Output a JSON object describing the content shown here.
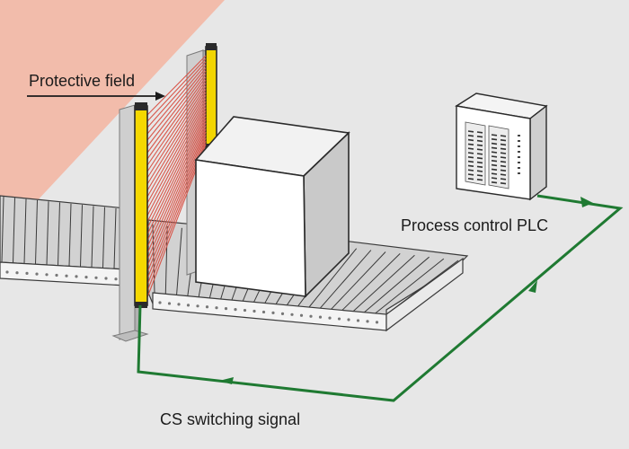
{
  "labels": {
    "protective_field": "Protective field",
    "process_control_plc": "Process control PLC",
    "cs_switching_signal": "CS switching signal"
  },
  "colors": {
    "background": "#e7e7e7",
    "protective_field": "#f2b9a8",
    "light_beams": "#d9564a",
    "light_curtain": "#f5d800",
    "signal_wire": "#1f7a32",
    "housing": "#2a2a2a"
  },
  "icons": [
    "light-curtain-emitter-icon",
    "light-curtain-receiver-icon",
    "plc-cabinet-icon",
    "arrow-right-icon",
    "roller-conveyor-icon",
    "package-box-icon"
  ]
}
